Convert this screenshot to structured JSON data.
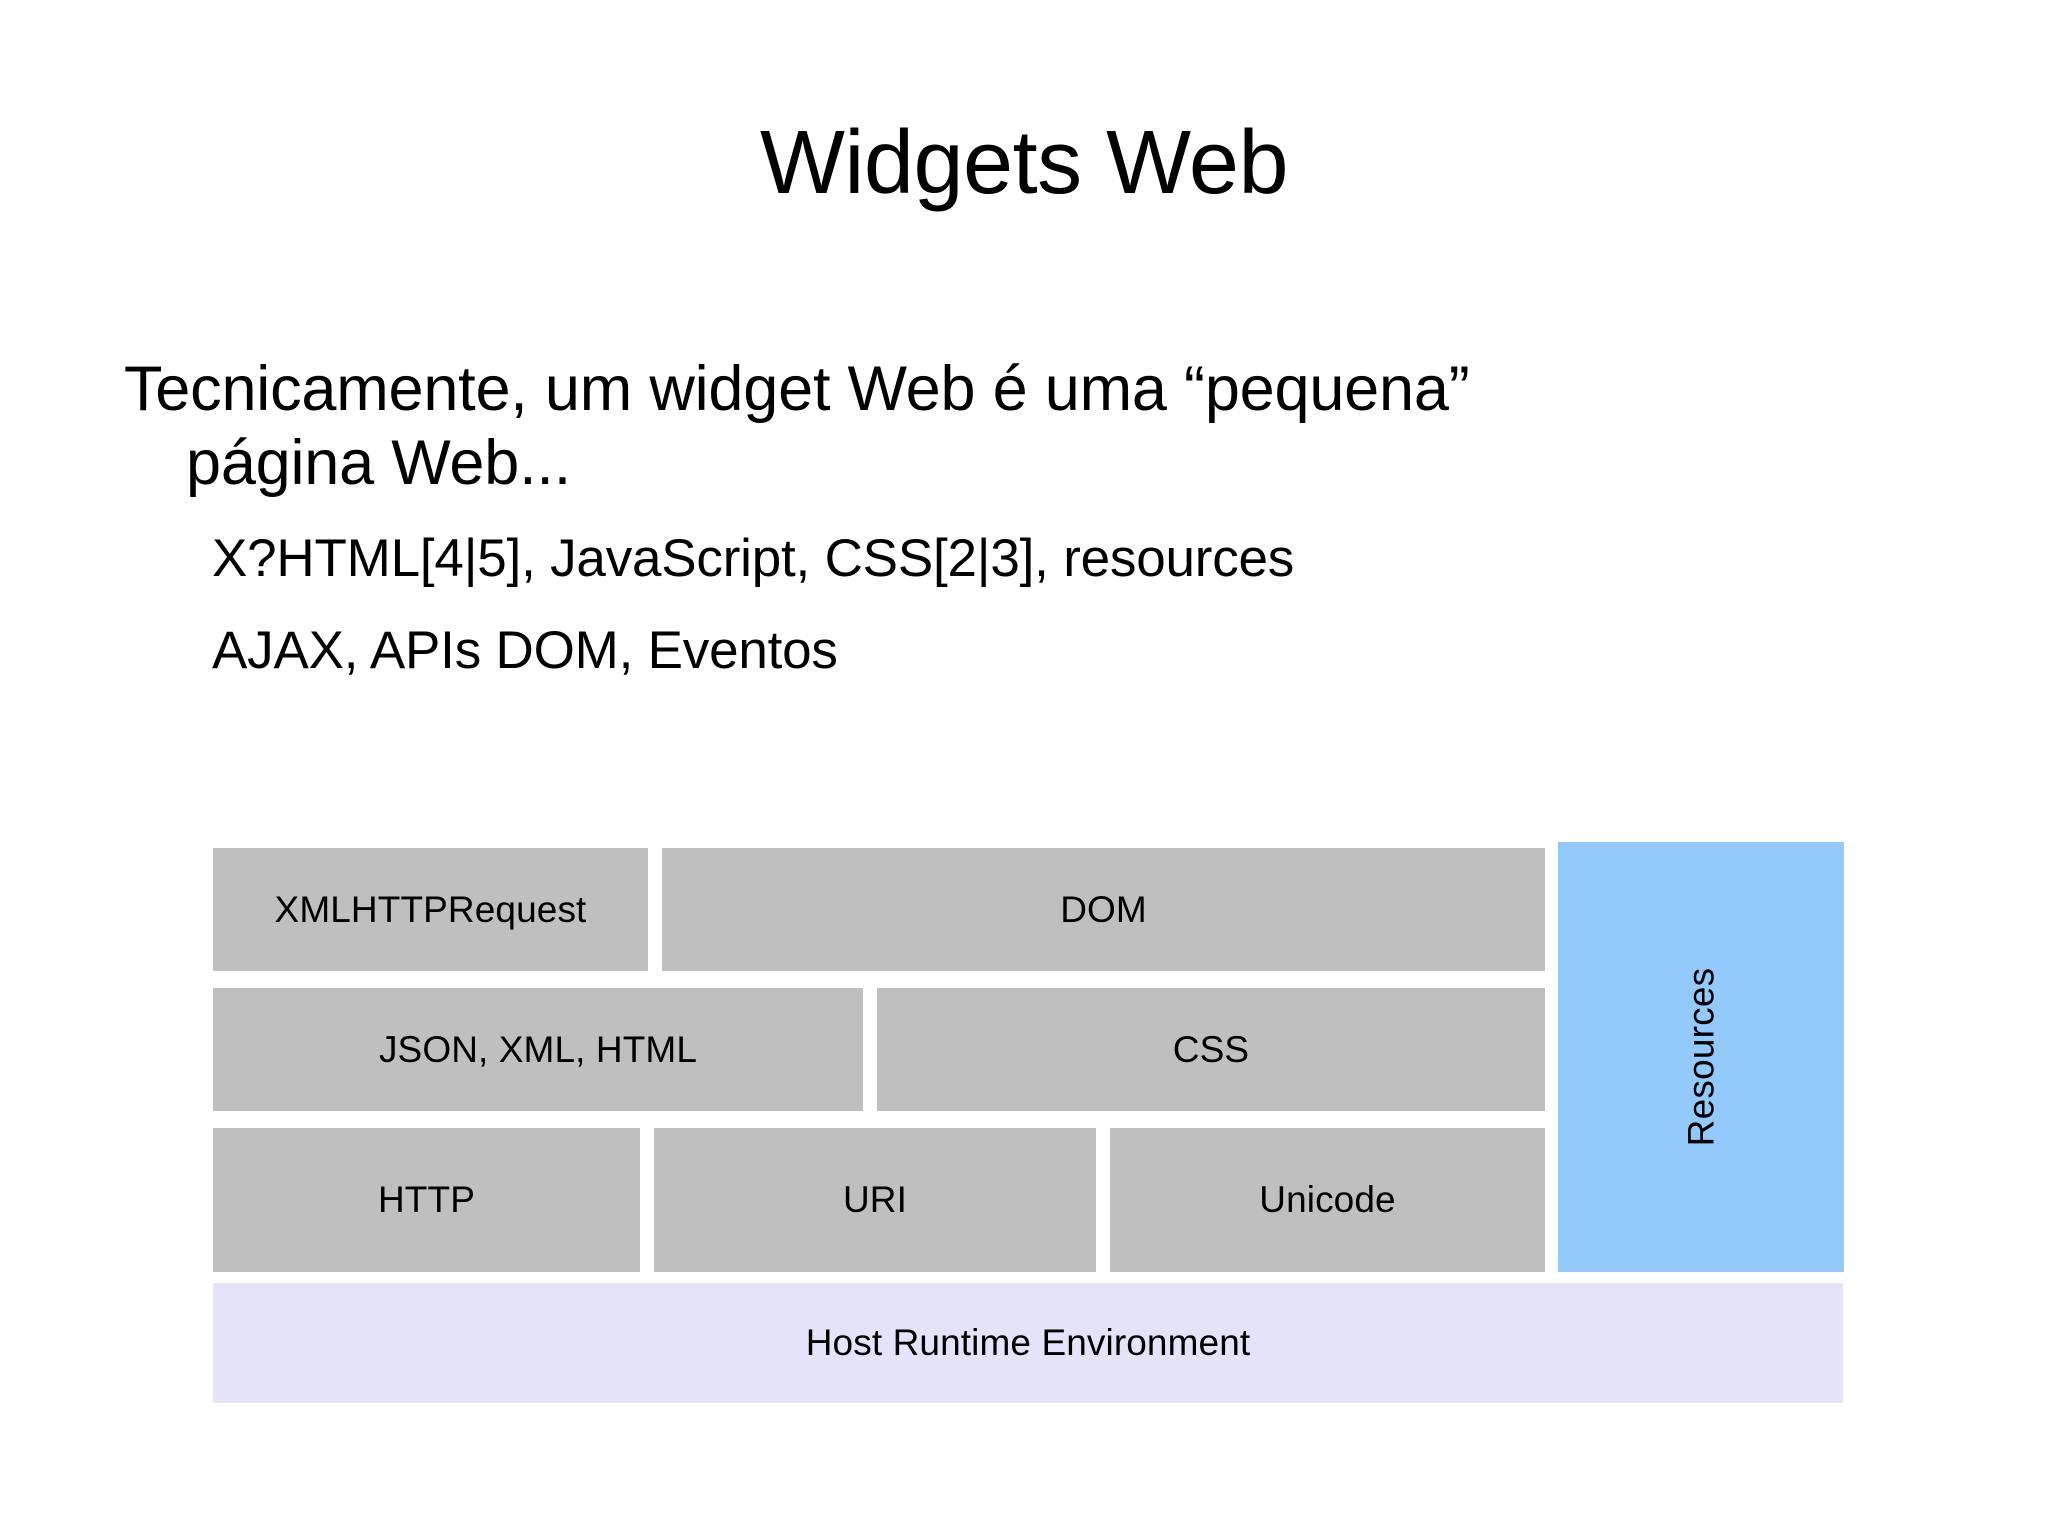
{
  "slide": {
    "title": "Widgets Web",
    "bullets": [
      {
        "level": 1,
        "line1": "Tecnicamente, um widget Web é uma “pequena”",
        "line2": "página Web..."
      },
      {
        "level": 2,
        "text": "X?HTML[4|5], JavaScript, CSS[2|3], resources"
      },
      {
        "level": 2,
        "text": "AJAX, APIs DOM, Eventos"
      }
    ]
  },
  "diagram": {
    "rows": [
      {
        "cells": [
          {
            "label": "XMLHTTPRequest",
            "flex": 435
          },
          {
            "label": "DOM",
            "flex": 883
          }
        ]
      },
      {
        "cells": [
          {
            "label": "JSON, XML, HTML",
            "flex": 650
          },
          {
            "label": "CSS",
            "flex": 668
          }
        ]
      },
      {
        "cells": [
          {
            "label": "HTTP",
            "flex": 427
          },
          {
            "label": "URI",
            "flex": 442
          },
          {
            "label": "Unicode",
            "flex": 435
          }
        ]
      }
    ],
    "resources": {
      "label": "Resources"
    },
    "host": {
      "label": "Host Runtime Environment"
    },
    "colors": {
      "cell_fill": "#bfbfbf",
      "resources_fill": "#94c9fc",
      "host_fill": "#e5e3fa",
      "background": "#ffffff",
      "text": "#000000"
    }
  }
}
